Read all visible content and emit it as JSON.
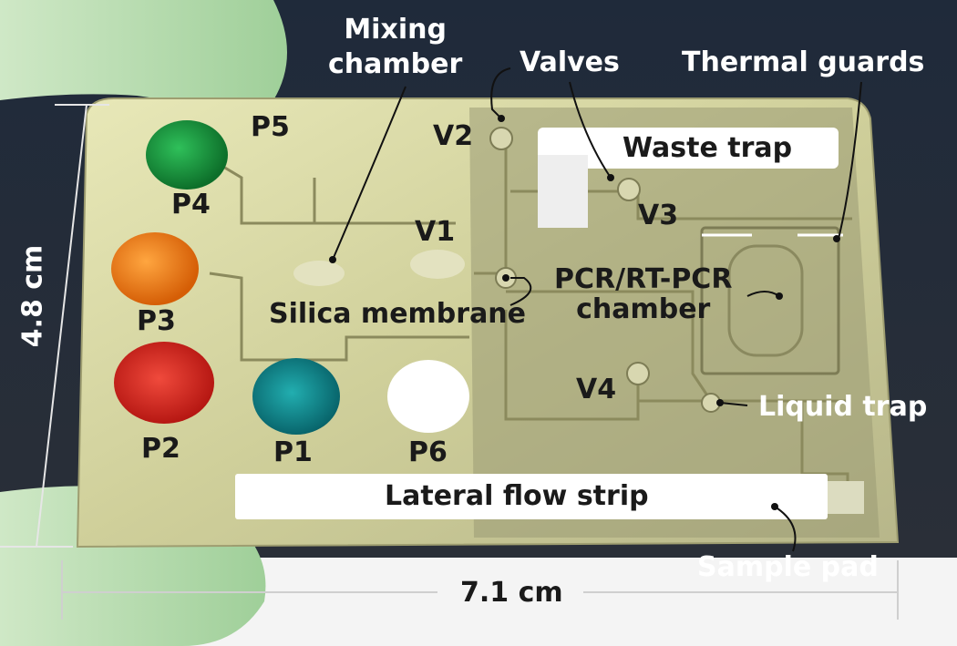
{
  "colors": {
    "background_top": "#1f2a3a",
    "background_bottom": "#2a2f38",
    "chip": "#cfcf9a",
    "glove": "#b6dcb0",
    "dye_green": "#159a3c",
    "dye_orange": "#f17a12",
    "dye_red": "#d5221e",
    "dye_teal": "#0f8a8e",
    "dye_white": "#ffffff",
    "label_dark": "#1a1a1a",
    "label_light": "#ffffff"
  },
  "labels": {
    "mixing_chamber": "Mixing\nchamber",
    "valves": "Valves",
    "thermal_guards": "Thermal guards",
    "p5": "P5",
    "v2": "V2",
    "waste_trap": "Waste trap",
    "p4": "P4",
    "v1": "V1",
    "v3": "V3",
    "p3": "P3",
    "pcr_chamber": "PCR/RT-PCR\nchamber",
    "silica_membrane": "Silica membrane",
    "v4": "V4",
    "liquid_trap": "Liquid trap",
    "p2": "P2",
    "p1": "P1",
    "p6": "P6",
    "lateral_flow_strip": "Lateral flow strip",
    "sample_pad": "Sample pad",
    "height_dim": "4.8 cm",
    "width_dim": "7.1 cm"
  }
}
